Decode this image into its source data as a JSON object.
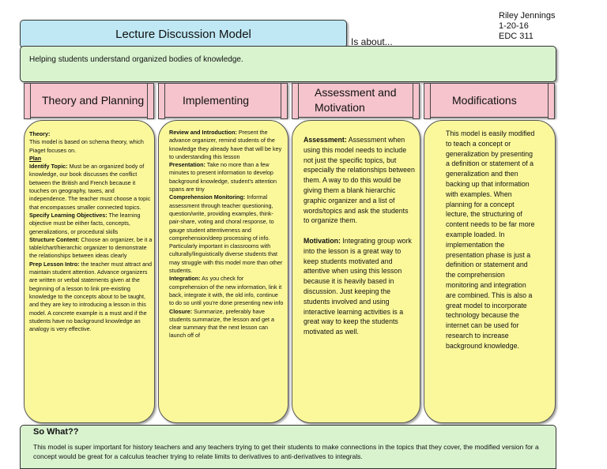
{
  "title": "Lecture Discussion Model",
  "is_about": "Is about...",
  "author": {
    "name": "Riley Jennings",
    "date": "1-20-16",
    "course": "EDC 311"
  },
  "description": "Helping students understand organized bodies of knowledge.",
  "headers": {
    "theory": "Theory and Planning",
    "implementing": "Implementing",
    "assessment_line1": "Assessment and",
    "assessment_line2": "Motivation",
    "modifications": "Modifications"
  },
  "theory": {
    "theory_label": "Theory:",
    "theory_text": "This model is based on schema theory, which Piaget focuses on.",
    "plan_label": "Plan",
    "identify_label": "Identify Topic:",
    "identify_text": " Must be an organized body of knowledge, our book discusses the conflict between the British and French because it touches on geography, taxes, and independence. The teacher must choose a topic that encompasses smaller connected topics.",
    "objectives_label": "Specify Learning Objectives:",
    "objectives_text": " The learning objective must be either facts, concepts, generalizations, or procedural skills",
    "structure_label": "Structure Content:",
    "structure_text": " Choose an organizer, be it a table/chart/hierarchic organizer to demonstrate the relationships between ideas clearly",
    "prep_label": "Prep Lesson Intro:",
    "prep_text": " the teacher must attract and maintain student attention. Advance organizers are written or verbal statements given at the beginning of a lesson to link pre-existing knowledge to the concepts about to be taught, and they are key to introducing a lesson in this model. A concrete example is a must and if the students have no background knowledge an analogy is very effective."
  },
  "implementing": {
    "review_label": "Review and Introduction:",
    "review_text": " Present the advance organizer, remind students of the knowledge they already have that will be key to understanding this lesson",
    "presentation_label": "Presentation:",
    "presentation_text": " Take no more than a few minutes to present information to develop background knowledge, student's attention spans are tiny",
    "monitoring_label": "Comprehension Monitoring:",
    "monitoring_text": " Informal assessment through teacher questioning, question/write, providing examples, think-pair-share, voting and choral response, to gauge student attentiveness and comprehension/deep processing of info. Particularly important in classrooms with culturally/linguistically diverse students that may struggle with this model more than other students.",
    "integration_label": "Integration:",
    "integration_text": " As you check for comprehension of the new information, link it back, integrate it with, the old info, continue to do so until you're done presenting new info",
    "closure_label": "Closure:",
    "closure_text": " Summarize, preferably have students summarize, the lesson and get a clear summary that the next lesson can launch off of"
  },
  "assessment": {
    "assessment_label": "Assessment:",
    "assessment_text": " Assessment when using this model needs to include not just the specific topics, but especially the relationships between them.  A way to do this would be giving them a blank hierarchic graphic organizer and a list of words/topics and ask the students to organize them.",
    "motivation_label": "Motivation:",
    "motivation_text": " Integrating group work into the lesson is a great way to keep students motivated and attentive when using this lesson because it is heavily based in discussion.  Just keeping the students involved and using interactive learning activities is a great way to keep the students motivated as well."
  },
  "modifications": {
    "text": "This model is easily modified to teach a concept or generalization by presenting a definition or statement of a generalization and then backing up that information with examples.  When planning for a concept lecture, the structuring of content needs to be far more example loaded.  In implementation the presentation phase is just a definition or statement and the comprehension monitoring and integration are combined.  This is also a great model to incorporate technology because the internet can be used for research to increase background knowledge."
  },
  "so_what": {
    "title": "So What??",
    "text": "This model is super important for history teachers and any teachers trying to get their students to make connections in the topics that they cover, the modified version for a concept would be great for a calculus teacher trying to relate limits to derivatives to anti-derivatives to integrals."
  }
}
